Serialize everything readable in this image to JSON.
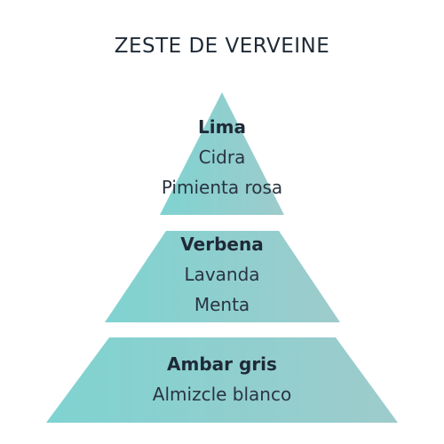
{
  "title": "ZESTE DE VERVEINE",
  "colors": {
    "tier_left": "#7fd3d1",
    "tier_right": "#9ecbcc",
    "title": "#1f2a36",
    "text": "#2a3440"
  },
  "tiers": [
    {
      "primary": "Lima",
      "notes": [
        "Cidra",
        "Pimienta rosa"
      ]
    },
    {
      "primary": "Verbena",
      "notes": [
        "Lavanda",
        "Menta"
      ]
    },
    {
      "primary": "Ambar gris",
      "notes": [
        "Almizcle blanco"
      ]
    }
  ]
}
